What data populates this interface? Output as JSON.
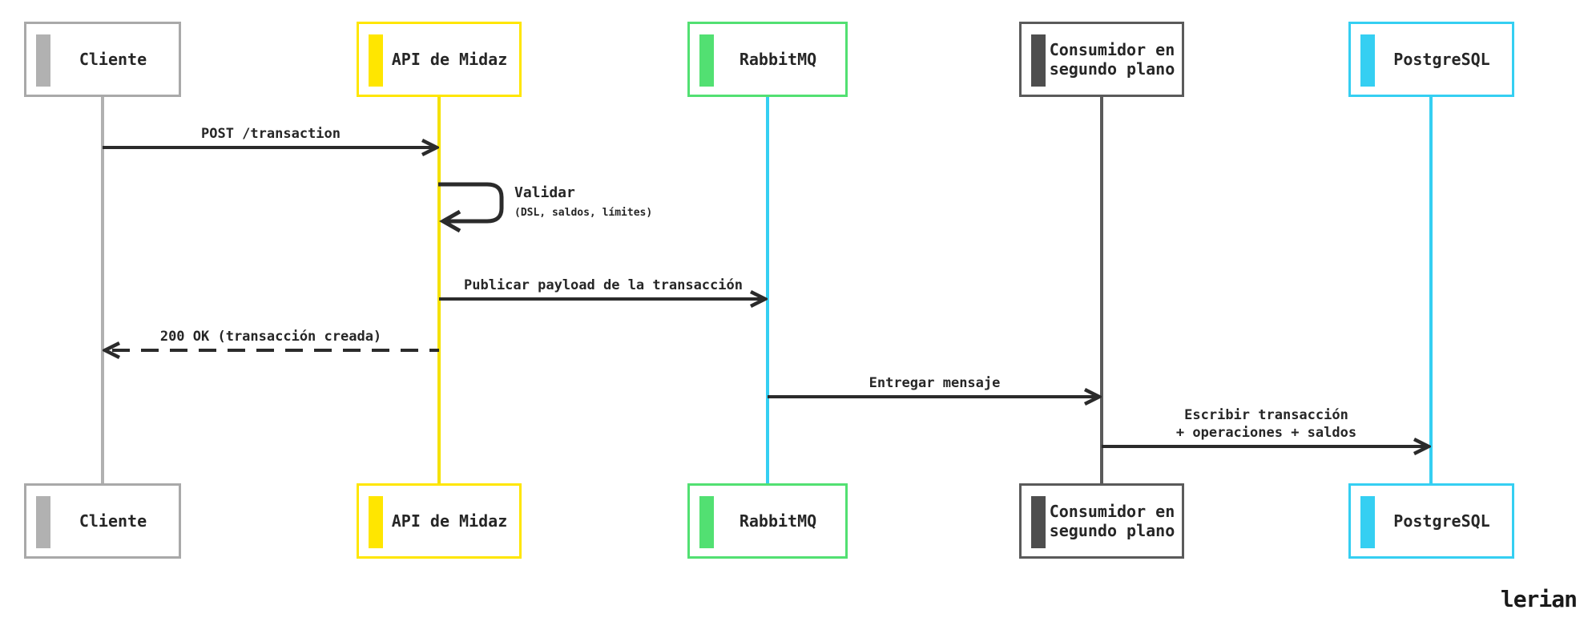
{
  "diagram": {
    "type": "sequence",
    "actors": [
      {
        "id": "cliente",
        "label": "Cliente",
        "accent_color": "#b1b1b1",
        "border_color": "#a9a9a9",
        "lifeline_color": "#b1b1b1"
      },
      {
        "id": "api-midaz",
        "label": "API de Midaz",
        "accent_color": "#ffe600",
        "border_color": "#ffe600",
        "lifeline_color": "#f5e100"
      },
      {
        "id": "rabbitmq",
        "label": "RabbitMQ",
        "accent_color": "#52e072",
        "border_color": "#52e072",
        "lifeline_color": "#35cff2"
      },
      {
        "id": "consumidor",
        "label": "Consumidor en segundo plano",
        "accent_color": "#4e4e4e",
        "border_color": "#5a5a5a",
        "lifeline_color": "#5a5a5a"
      },
      {
        "id": "postgresql",
        "label": "PostgreSQL",
        "accent_color": "#35cff2",
        "border_color": "#35cff2",
        "lifeline_color": "#35cff2"
      }
    ],
    "messages": [
      {
        "from": "cliente",
        "to": "api-midaz",
        "label": "POST /transaction",
        "style": "solid"
      },
      {
        "type": "self",
        "on": "api-midaz",
        "label": "Validar",
        "note": "(DSL, saldos, límites)"
      },
      {
        "from": "api-midaz",
        "to": "rabbitmq",
        "label": "Publicar payload de la transacción",
        "style": "solid"
      },
      {
        "from": "api-midaz",
        "to": "cliente",
        "label": "200 OK (transacción creada)",
        "style": "dashed"
      },
      {
        "from": "rabbitmq",
        "to": "consumidor",
        "label": "Entregar mensaje",
        "style": "solid"
      },
      {
        "from": "consumidor",
        "to": "postgresql",
        "label": "Escribir transacción\n+ operaciones + saldos",
        "style": "solid"
      }
    ],
    "arrow_color": "#2b2b2b",
    "text_color": "#262626"
  },
  "footer": {
    "brand": "lerian"
  }
}
